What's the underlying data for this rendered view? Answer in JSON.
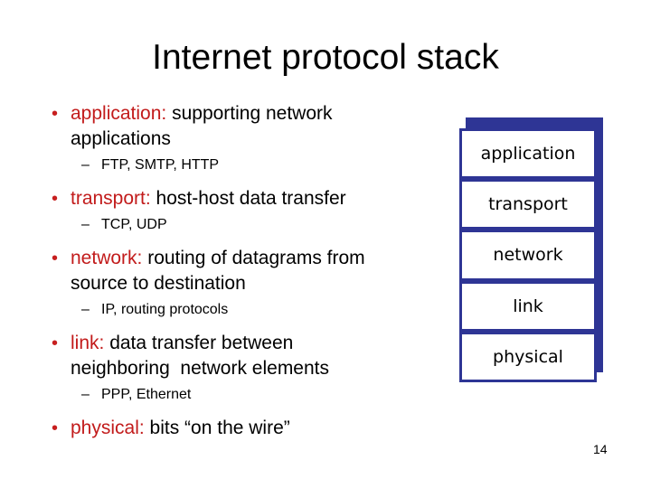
{
  "slide": {
    "title": "Internet protocol stack",
    "page_number": "14"
  },
  "glyphs": {
    "bullet": "•",
    "dash": "–"
  },
  "bullets": [
    {
      "keyword": "application:",
      "text": " supporting network\napplications",
      "sub": "FTP, SMTP, HTTP"
    },
    {
      "keyword": "transport:",
      "text": " host-host data transfer",
      "sub": "TCP, UDP"
    },
    {
      "keyword": "network:",
      "text": " routing of datagrams from\nsource to destination",
      "sub": "IP, routing protocols"
    },
    {
      "keyword": "link:",
      "text": " data transfer between\nneighboring  network elements",
      "sub": "PPP, Ethernet"
    },
    {
      "keyword": "physical:",
      "text": " bits “on the wire”",
      "sub": null
    }
  ],
  "stack": {
    "layers": [
      "application",
      "transport",
      "network",
      "link",
      "physical"
    ]
  },
  "colors": {
    "keyword_red": "#c21b1b",
    "stack_blue": "#2e3595"
  }
}
